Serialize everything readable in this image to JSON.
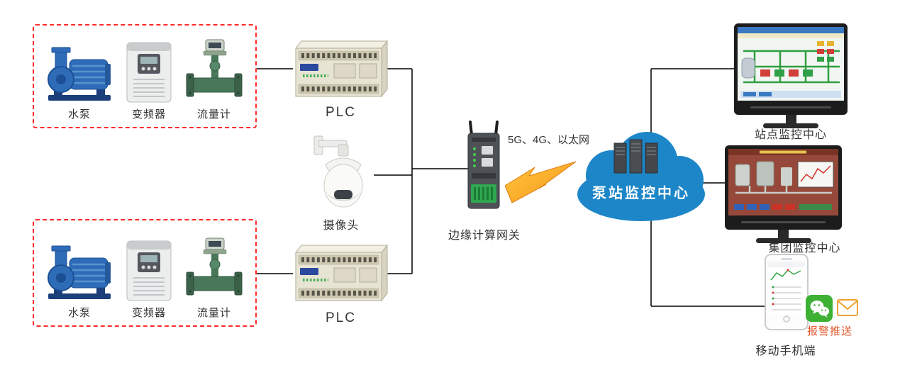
{
  "groups": {
    "top": {
      "items": [
        {
          "label": "水泵"
        },
        {
          "label": "变频器"
        },
        {
          "label": "流量计"
        }
      ]
    },
    "bottom": {
      "items": [
        {
          "label": "水泵"
        },
        {
          "label": "变频器"
        },
        {
          "label": "流量计"
        }
      ]
    }
  },
  "plc": {
    "top_label": "PLC",
    "bottom_label": "PLC"
  },
  "camera": {
    "label": "摄像头"
  },
  "gateway": {
    "label": "边缘计算网关",
    "network_label": "5G、4G、以太网"
  },
  "cloud": {
    "label": "泵站监控中心"
  },
  "monitors": {
    "site": {
      "label": "站点监控中心"
    },
    "group": {
      "label": "集团监控中心"
    }
  },
  "mobile": {
    "label": "移动手机端",
    "alarm_label": "报警推送"
  },
  "colors": {
    "dashed_border_red": "#ff2b2b",
    "cloud_blue": "#1d86c8",
    "lightning_orange": "#f7941d",
    "wechat_green": "#3eb134",
    "alarm_text_orange": "#e2572b",
    "label_text": "#333333"
  }
}
